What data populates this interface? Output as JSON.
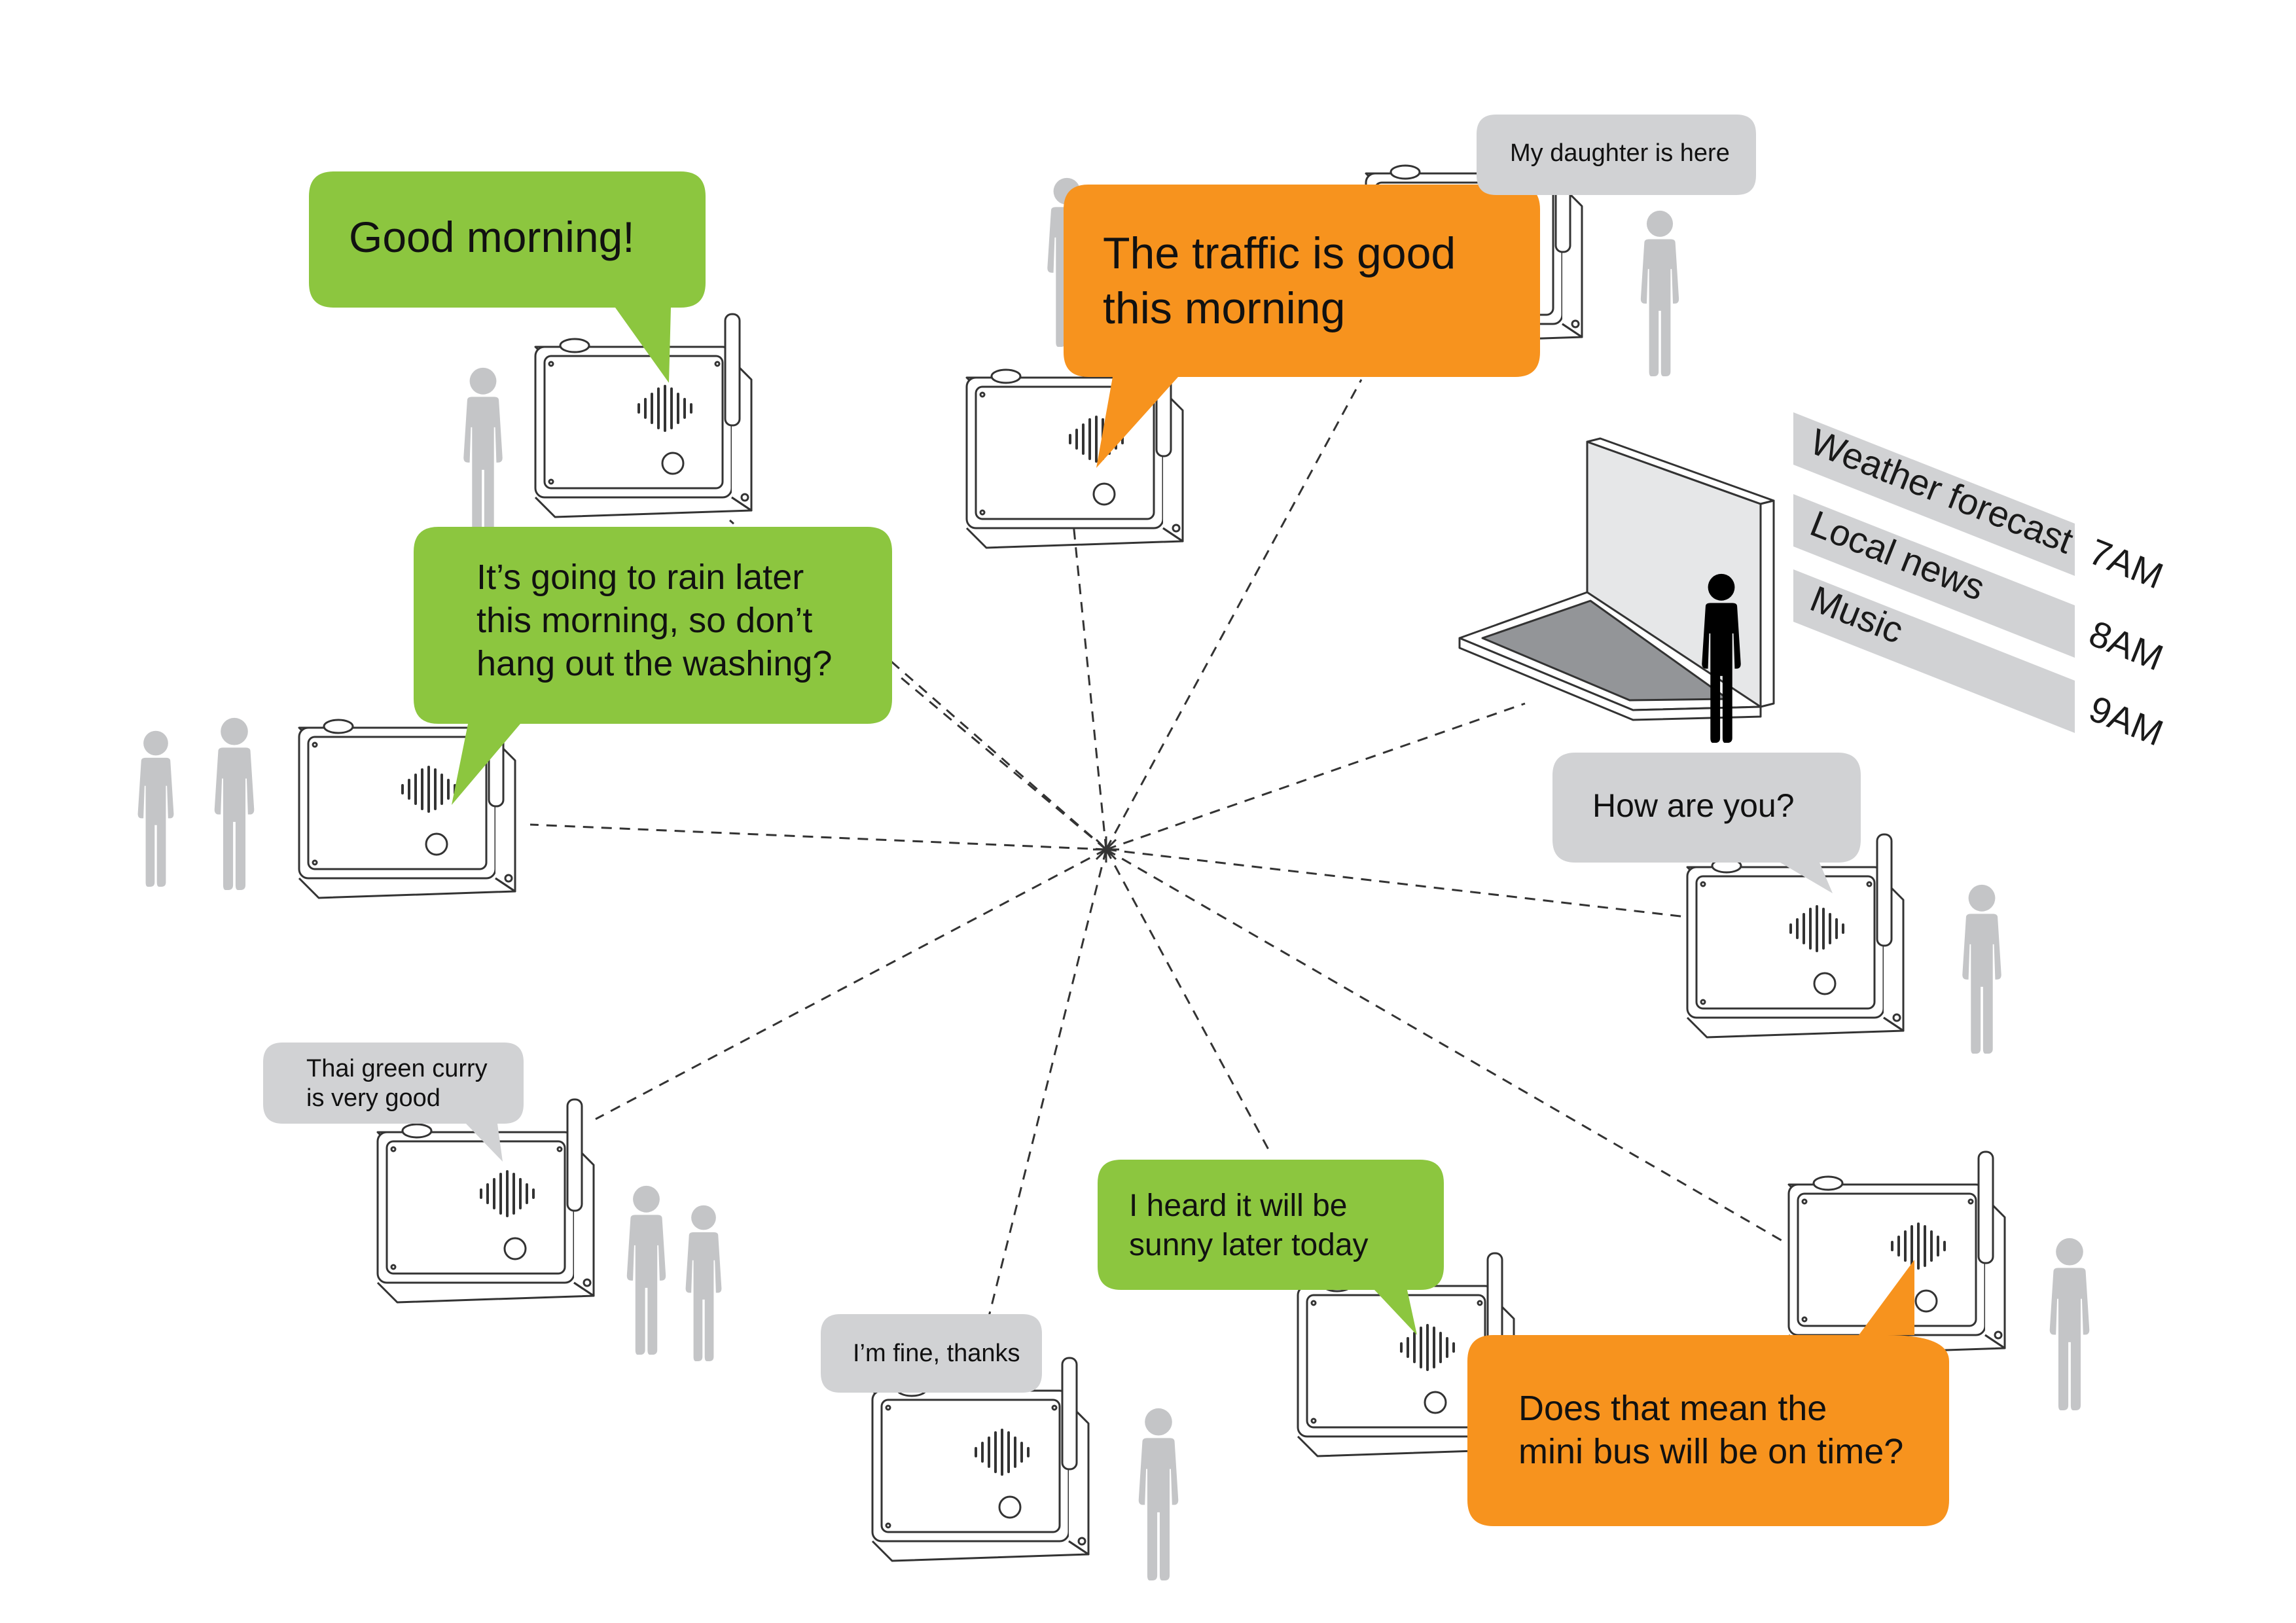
{
  "bubbles": {
    "good_morning": {
      "lines": [
        "Good morning!"
      ],
      "color": "#8cc63f"
    },
    "rain": {
      "lines": [
        "It’s going to rain later",
        "this morning, so don’t",
        "hang out the washing?"
      ],
      "color": "#8cc63f"
    },
    "traffic": {
      "lines": [
        "The traffic is good",
        "this morning"
      ],
      "color": "#f7931e"
    },
    "daughter": {
      "lines": [
        "My daughter is here"
      ],
      "color": "#d1d2d4"
    },
    "how_are_you": {
      "lines": [
        "How are you?"
      ],
      "color": "#d1d2d4"
    },
    "curry": {
      "lines": [
        "Thai green curry",
        "is very good"
      ],
      "color": "#d1d2d4"
    },
    "sunny": {
      "lines": [
        "I heard it will be",
        "sunny later today"
      ],
      "color": "#8cc63f"
    },
    "fine": {
      "lines": [
        "I’m fine, thanks"
      ],
      "color": "#d1d2d4"
    },
    "minibus": {
      "lines": [
        "Does that mean the",
        "mini bus will be on time?"
      ],
      "color": "#f7931e"
    }
  },
  "schedule": {
    "items": [
      {
        "label": "Weather forecast",
        "time": "7AM"
      },
      {
        "label": "Local news",
        "time": "8AM"
      },
      {
        "label": "Music",
        "time": "9AM"
      }
    ]
  },
  "colors": {
    "green": "#8cc63f",
    "orange": "#f7931e",
    "grey_bubble": "#d1d2d4",
    "person_grey": "#c4c5c7",
    "presenter": "#000000",
    "device_outline": "#333333"
  }
}
